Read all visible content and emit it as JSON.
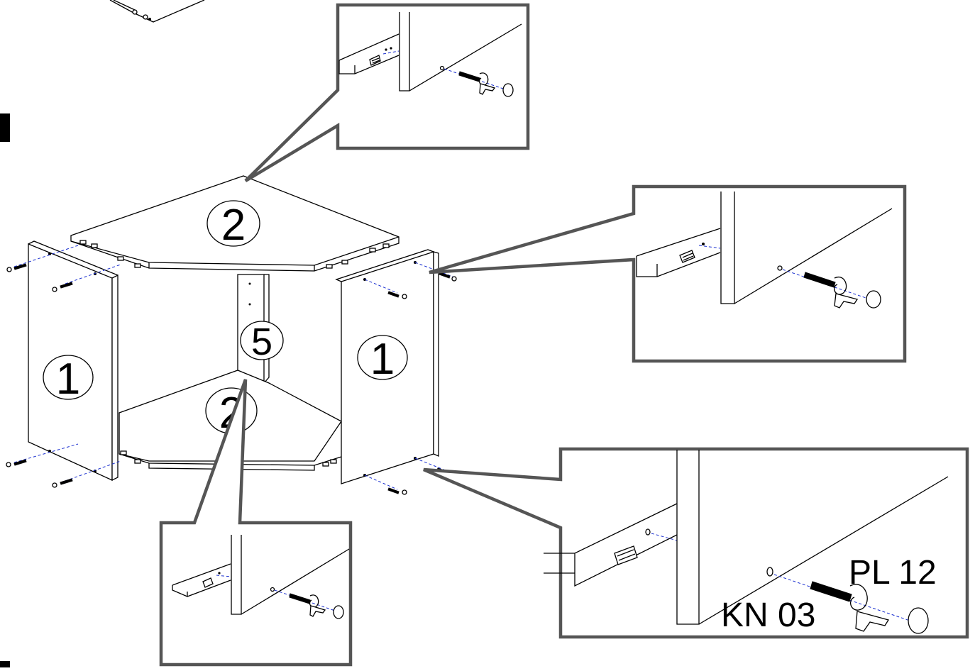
{
  "labels": {
    "side_panel": "1",
    "shelf_panel": "2",
    "back_panel": "5",
    "plug_code": "PL 12",
    "screw_code": "KN 03"
  }
}
